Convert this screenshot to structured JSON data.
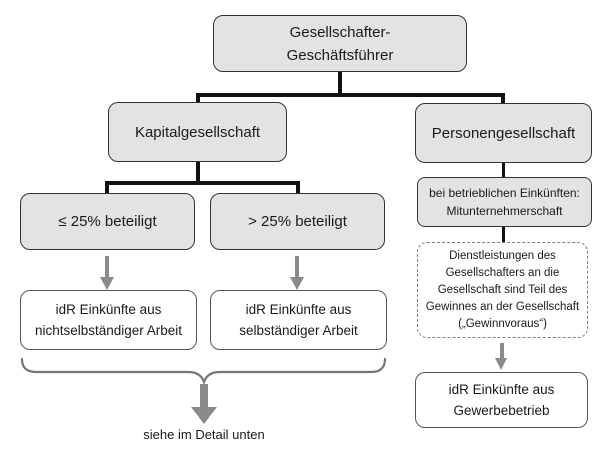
{
  "colors": {
    "box_fill": "#e3e3e3",
    "box_border": "#333333",
    "white_box_border": "#555555",
    "dashed_border": "#7f7f7f",
    "connector": "#111111",
    "arrow": "#8a8a8a",
    "brace": "#777777",
    "text": "#1a1a1a"
  },
  "nodes": {
    "root": {
      "lines": [
        "Gesellschafter-",
        "Geschäftsführer"
      ]
    },
    "kapitalgesellschaft": {
      "label": "Kapitalgesellschaft"
    },
    "personengesellschaft": {
      "label": "Personengesellschaft"
    },
    "le_25": {
      "label": "≤ 25% beteiligt"
    },
    "gt_25": {
      "label": "> 25% beteiligt"
    },
    "mitunternehmerschaft": {
      "lines": [
        "bei betrieblichen Einkünften:",
        "Mitunternehmerschaft"
      ]
    },
    "nichtselbstaendig": {
      "lines": [
        "idR Einkünfte aus",
        "nichtselbständiger Arbeit"
      ]
    },
    "selbstaendig": {
      "lines": [
        "idR Einkünfte aus",
        "selbständiger Arbeit"
      ]
    },
    "gewinnvoraus": {
      "lines": [
        "Dienstleistungen des",
        "Gesellschafters an die",
        "Gesellschaft sind Teil des",
        "Gewinnes an der Gesellschaft",
        "(„Gewinnvoraus“)"
      ]
    },
    "gewerbebetrieb": {
      "lines": [
        "idR Einkünfte aus",
        "Gewerbebetrieb"
      ]
    }
  },
  "footer": {
    "note": "siehe im Detail unten"
  }
}
